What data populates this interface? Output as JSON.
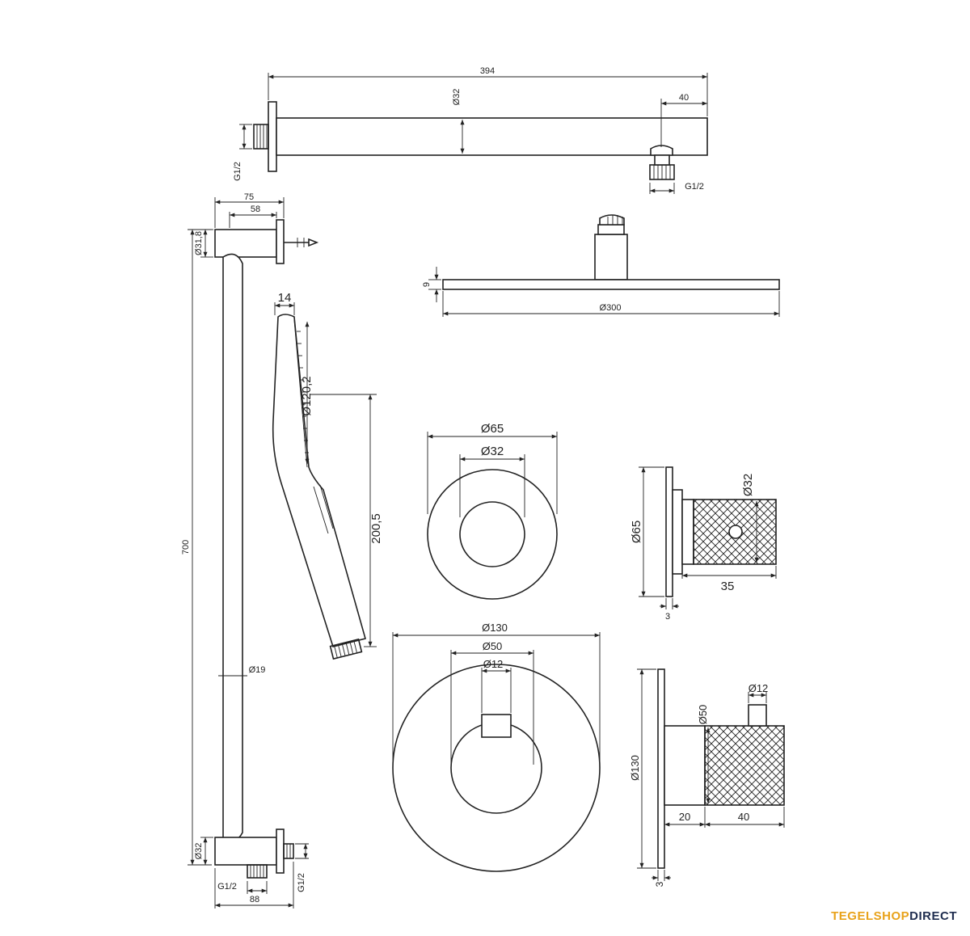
{
  "brand": {
    "part1": "TEGELSHOP",
    "part2": "DIRECT",
    "accent_color": "#e8a21a",
    "dark_color": "#1f2d4f"
  },
  "shower_arm": {
    "length": "394",
    "diameter": "Ø32",
    "outlet_offset": "40",
    "thread_left": "G1/2",
    "thread_right": "G1/2"
  },
  "slide_rail": {
    "width_top": "75",
    "width_inner": "58",
    "top_diameter": "Ø31,8",
    "height": "700",
    "rail_diameter": "Ø19",
    "bottom_diameter": "Ø32",
    "bottom_width": "88",
    "thread_bottom": "G1/2",
    "thread_side": "G1/2"
  },
  "hand_shower": {
    "width": "14",
    "head_diameter": "Ø120,2",
    "length": "200,5"
  },
  "rain_head": {
    "thickness": "9",
    "diameter": "Ø300"
  },
  "stop_valve_front": {
    "outer": "Ø65",
    "inner": "Ø32"
  },
  "stop_valve_side": {
    "plate": "Ø65",
    "knob": "Ø32",
    "depth": "35",
    "plate_thickness": "3"
  },
  "thermostat_front": {
    "outer": "Ø130",
    "body": "Ø50",
    "spindle": "Ø12"
  },
  "thermostat_side": {
    "plate": "Ø130",
    "body": "Ø50",
    "spindle": "Ø12",
    "offset": "20",
    "depth": "40",
    "plate_thickness": "3"
  }
}
